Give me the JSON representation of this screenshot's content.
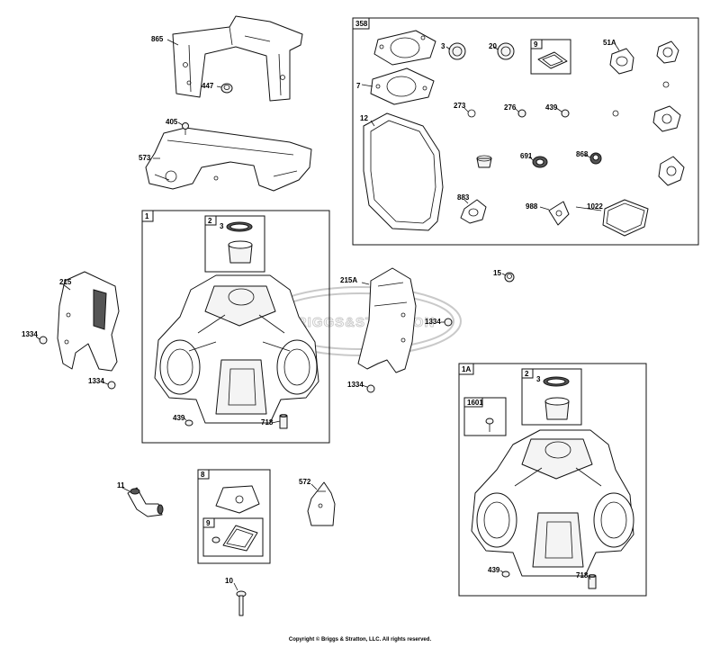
{
  "watermark": {
    "text": "BRIGGS&STRATTON"
  },
  "copyright": "Copyright © Briggs & Stratton, LLC. All rights reserved.",
  "labels": {
    "p865": "865",
    "p447": "447",
    "p405": "405",
    "p573": "573",
    "p358": "358",
    "p3a": "3",
    "p20": "20",
    "p9a": "9",
    "p51A": "51A",
    "p7": "7",
    "p12": "12",
    "p273": "273",
    "p276": "276",
    "p439a": "439",
    "p691": "691",
    "p868": "868",
    "p883": "883",
    "p988": "988",
    "p1022": "1022",
    "p1": "1",
    "p2a": "2",
    "p3b": "3",
    "p215": "215",
    "p1334a": "1334",
    "p1334b": "1334",
    "p215A": "215A",
    "p15": "15",
    "p1334c": "1334",
    "p1334d": "1334",
    "p439b": "439",
    "p718a": "718",
    "p1A": "1A",
    "p2b": "2",
    "p3c": "3",
    "p1601": "1601",
    "p439c": "439",
    "p718b": "718",
    "p11": "11",
    "p8": "8",
    "p9b": "9",
    "p572": "572",
    "p10": "10"
  }
}
